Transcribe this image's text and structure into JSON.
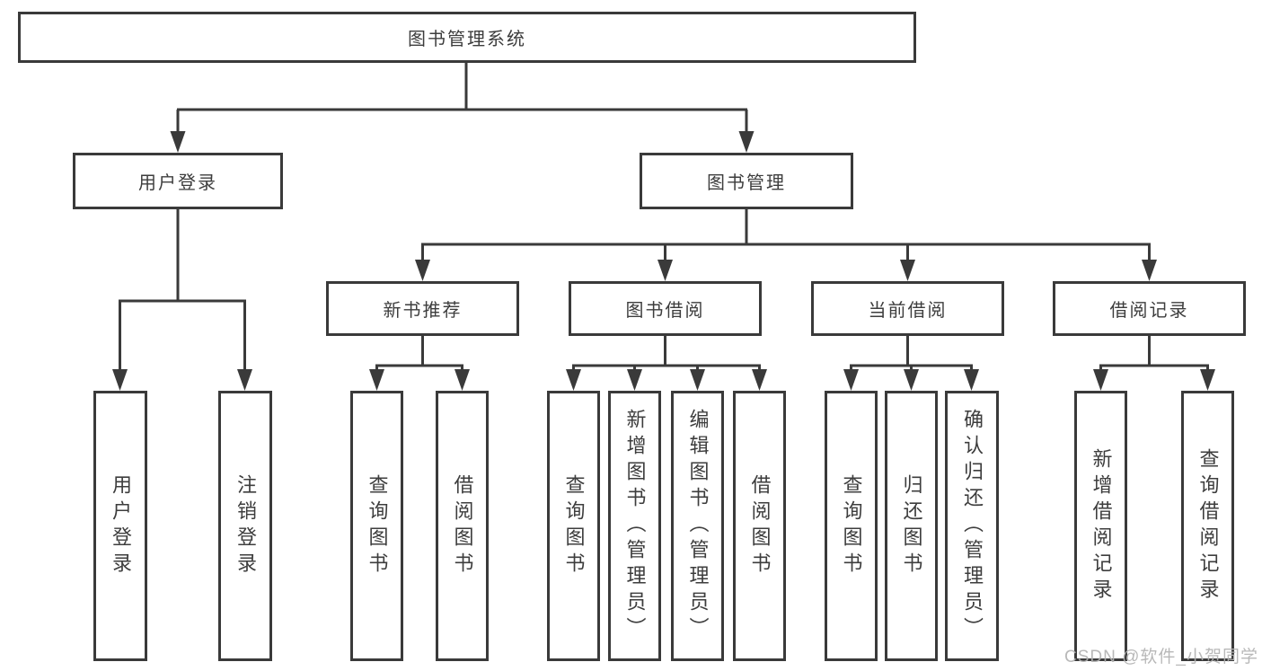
{
  "tree": {
    "root": "图书管理系统",
    "children": [
      {
        "label": "用户登录",
        "children": [
          "用户登录",
          "注销登录"
        ]
      },
      {
        "label": "图书管理",
        "children": [
          {
            "label": "新书推荐",
            "children": [
              "查询图书",
              "借阅图书"
            ]
          },
          {
            "label": "图书借阅",
            "children": [
              "查询图书",
              "新增图书（管理员）",
              "编辑图书（管理员）",
              "借阅图书"
            ]
          },
          {
            "label": "当前借阅",
            "children": [
              "查询图书",
              "归还图书",
              "确认归还（管理员）"
            ]
          },
          {
            "label": "借阅记录",
            "children": [
              "新增借阅记录",
              "查询借阅记录"
            ]
          }
        ]
      }
    ]
  },
  "watermark": "CSDN @软件_小贺同学",
  "colors": {
    "line": "#3a3a3a",
    "text": "#3d3d3d",
    "watermark": "#b3b3b3",
    "background": "#ffffff"
  }
}
